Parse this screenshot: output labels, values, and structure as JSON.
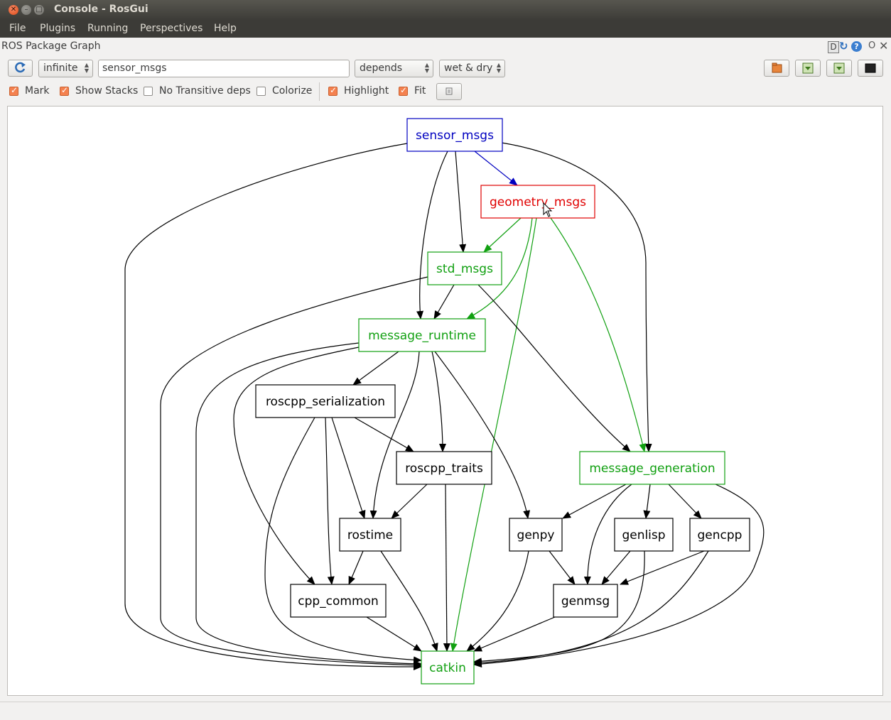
{
  "window": {
    "title": "Console - RosGui"
  },
  "menubar": {
    "items": [
      "File",
      "Plugins",
      "Running",
      "Perspectives",
      "Help"
    ]
  },
  "plugin": {
    "title": "ROS Package Graph",
    "dock_label": "D",
    "close_label": "O"
  },
  "toolbar": {
    "depth": "infinite",
    "filter_value": "sensor_msgs",
    "mode": "depends",
    "source": "wet & dry"
  },
  "options": [
    {
      "label": "Mark",
      "checked": true
    },
    {
      "label": "Show Stacks",
      "checked": true
    },
    {
      "label": "No Transitive deps",
      "checked": false
    },
    {
      "label": "Colorize",
      "checked": false
    },
    {
      "label": "Highlight",
      "checked": true
    },
    {
      "label": "Fit",
      "checked": true
    }
  ],
  "graph": {
    "colors": {
      "selected": "#0000c0",
      "highlight": "#e00000",
      "dependency": "#11a011",
      "normal": "#000000"
    },
    "nodes": [
      {
        "id": "sensor_msgs",
        "label": "sensor_msgs",
        "state": "selected"
      },
      {
        "id": "geometry_msgs",
        "label": "geometry_msgs",
        "state": "highlight"
      },
      {
        "id": "std_msgs",
        "label": "std_msgs",
        "state": "dependency"
      },
      {
        "id": "message_runtime",
        "label": "message_runtime",
        "state": "dependency"
      },
      {
        "id": "roscpp_serialization",
        "label": "roscpp_serialization",
        "state": "normal"
      },
      {
        "id": "roscpp_traits",
        "label": "roscpp_traits",
        "state": "normal"
      },
      {
        "id": "message_generation",
        "label": "message_generation",
        "state": "dependency"
      },
      {
        "id": "rostime",
        "label": "rostime",
        "state": "normal"
      },
      {
        "id": "genpy",
        "label": "genpy",
        "state": "normal"
      },
      {
        "id": "genlisp",
        "label": "genlisp",
        "state": "normal"
      },
      {
        "id": "gencpp",
        "label": "gencpp",
        "state": "normal"
      },
      {
        "id": "cpp_common",
        "label": "cpp_common",
        "state": "normal"
      },
      {
        "id": "genmsg",
        "label": "genmsg",
        "state": "normal"
      },
      {
        "id": "catkin",
        "label": "catkin",
        "state": "dependency"
      }
    ],
    "edges": [
      {
        "from": "sensor_msgs",
        "to": "geometry_msgs",
        "state": "selected"
      },
      {
        "from": "sensor_msgs",
        "to": "std_msgs",
        "state": "normal"
      },
      {
        "from": "sensor_msgs",
        "to": "message_runtime",
        "state": "normal"
      },
      {
        "from": "sensor_msgs",
        "to": "message_generation",
        "state": "normal"
      },
      {
        "from": "sensor_msgs",
        "to": "catkin",
        "state": "normal"
      },
      {
        "from": "geometry_msgs",
        "to": "std_msgs",
        "state": "dependency"
      },
      {
        "from": "geometry_msgs",
        "to": "message_runtime",
        "state": "dependency"
      },
      {
        "from": "geometry_msgs",
        "to": "message_generation",
        "state": "dependency"
      },
      {
        "from": "geometry_msgs",
        "to": "catkin",
        "state": "dependency"
      },
      {
        "from": "std_msgs",
        "to": "message_runtime",
        "state": "normal"
      },
      {
        "from": "std_msgs",
        "to": "message_generation",
        "state": "normal"
      },
      {
        "from": "std_msgs",
        "to": "catkin",
        "state": "normal"
      },
      {
        "from": "message_runtime",
        "to": "roscpp_serialization",
        "state": "normal"
      },
      {
        "from": "message_runtime",
        "to": "roscpp_traits",
        "state": "normal"
      },
      {
        "from": "message_runtime",
        "to": "rostime",
        "state": "normal"
      },
      {
        "from": "message_runtime",
        "to": "genpy",
        "state": "normal"
      },
      {
        "from": "message_runtime",
        "to": "cpp_common",
        "state": "normal"
      },
      {
        "from": "message_runtime",
        "to": "catkin",
        "state": "normal"
      },
      {
        "from": "roscpp_serialization",
        "to": "roscpp_traits",
        "state": "normal"
      },
      {
        "from": "roscpp_serialization",
        "to": "rostime",
        "state": "normal"
      },
      {
        "from": "roscpp_serialization",
        "to": "cpp_common",
        "state": "normal"
      },
      {
        "from": "roscpp_serialization",
        "to": "catkin",
        "state": "normal"
      },
      {
        "from": "roscpp_traits",
        "to": "rostime",
        "state": "normal"
      },
      {
        "from": "roscpp_traits",
        "to": "catkin",
        "state": "normal"
      },
      {
        "from": "message_generation",
        "to": "genpy",
        "state": "normal"
      },
      {
        "from": "message_generation",
        "to": "genlisp",
        "state": "normal"
      },
      {
        "from": "message_generation",
        "to": "gencpp",
        "state": "normal"
      },
      {
        "from": "message_generation",
        "to": "genmsg",
        "state": "normal"
      },
      {
        "from": "message_generation",
        "to": "catkin",
        "state": "normal"
      },
      {
        "from": "rostime",
        "to": "cpp_common",
        "state": "normal"
      },
      {
        "from": "rostime",
        "to": "catkin",
        "state": "normal"
      },
      {
        "from": "genpy",
        "to": "genmsg",
        "state": "normal"
      },
      {
        "from": "genpy",
        "to": "catkin",
        "state": "normal"
      },
      {
        "from": "genlisp",
        "to": "genmsg",
        "state": "normal"
      },
      {
        "from": "genlisp",
        "to": "catkin",
        "state": "normal"
      },
      {
        "from": "gencpp",
        "to": "genmsg",
        "state": "normal"
      },
      {
        "from": "gencpp",
        "to": "catkin",
        "state": "normal"
      },
      {
        "from": "cpp_common",
        "to": "catkin",
        "state": "normal"
      },
      {
        "from": "genmsg",
        "to": "catkin",
        "state": "normal"
      }
    ]
  }
}
